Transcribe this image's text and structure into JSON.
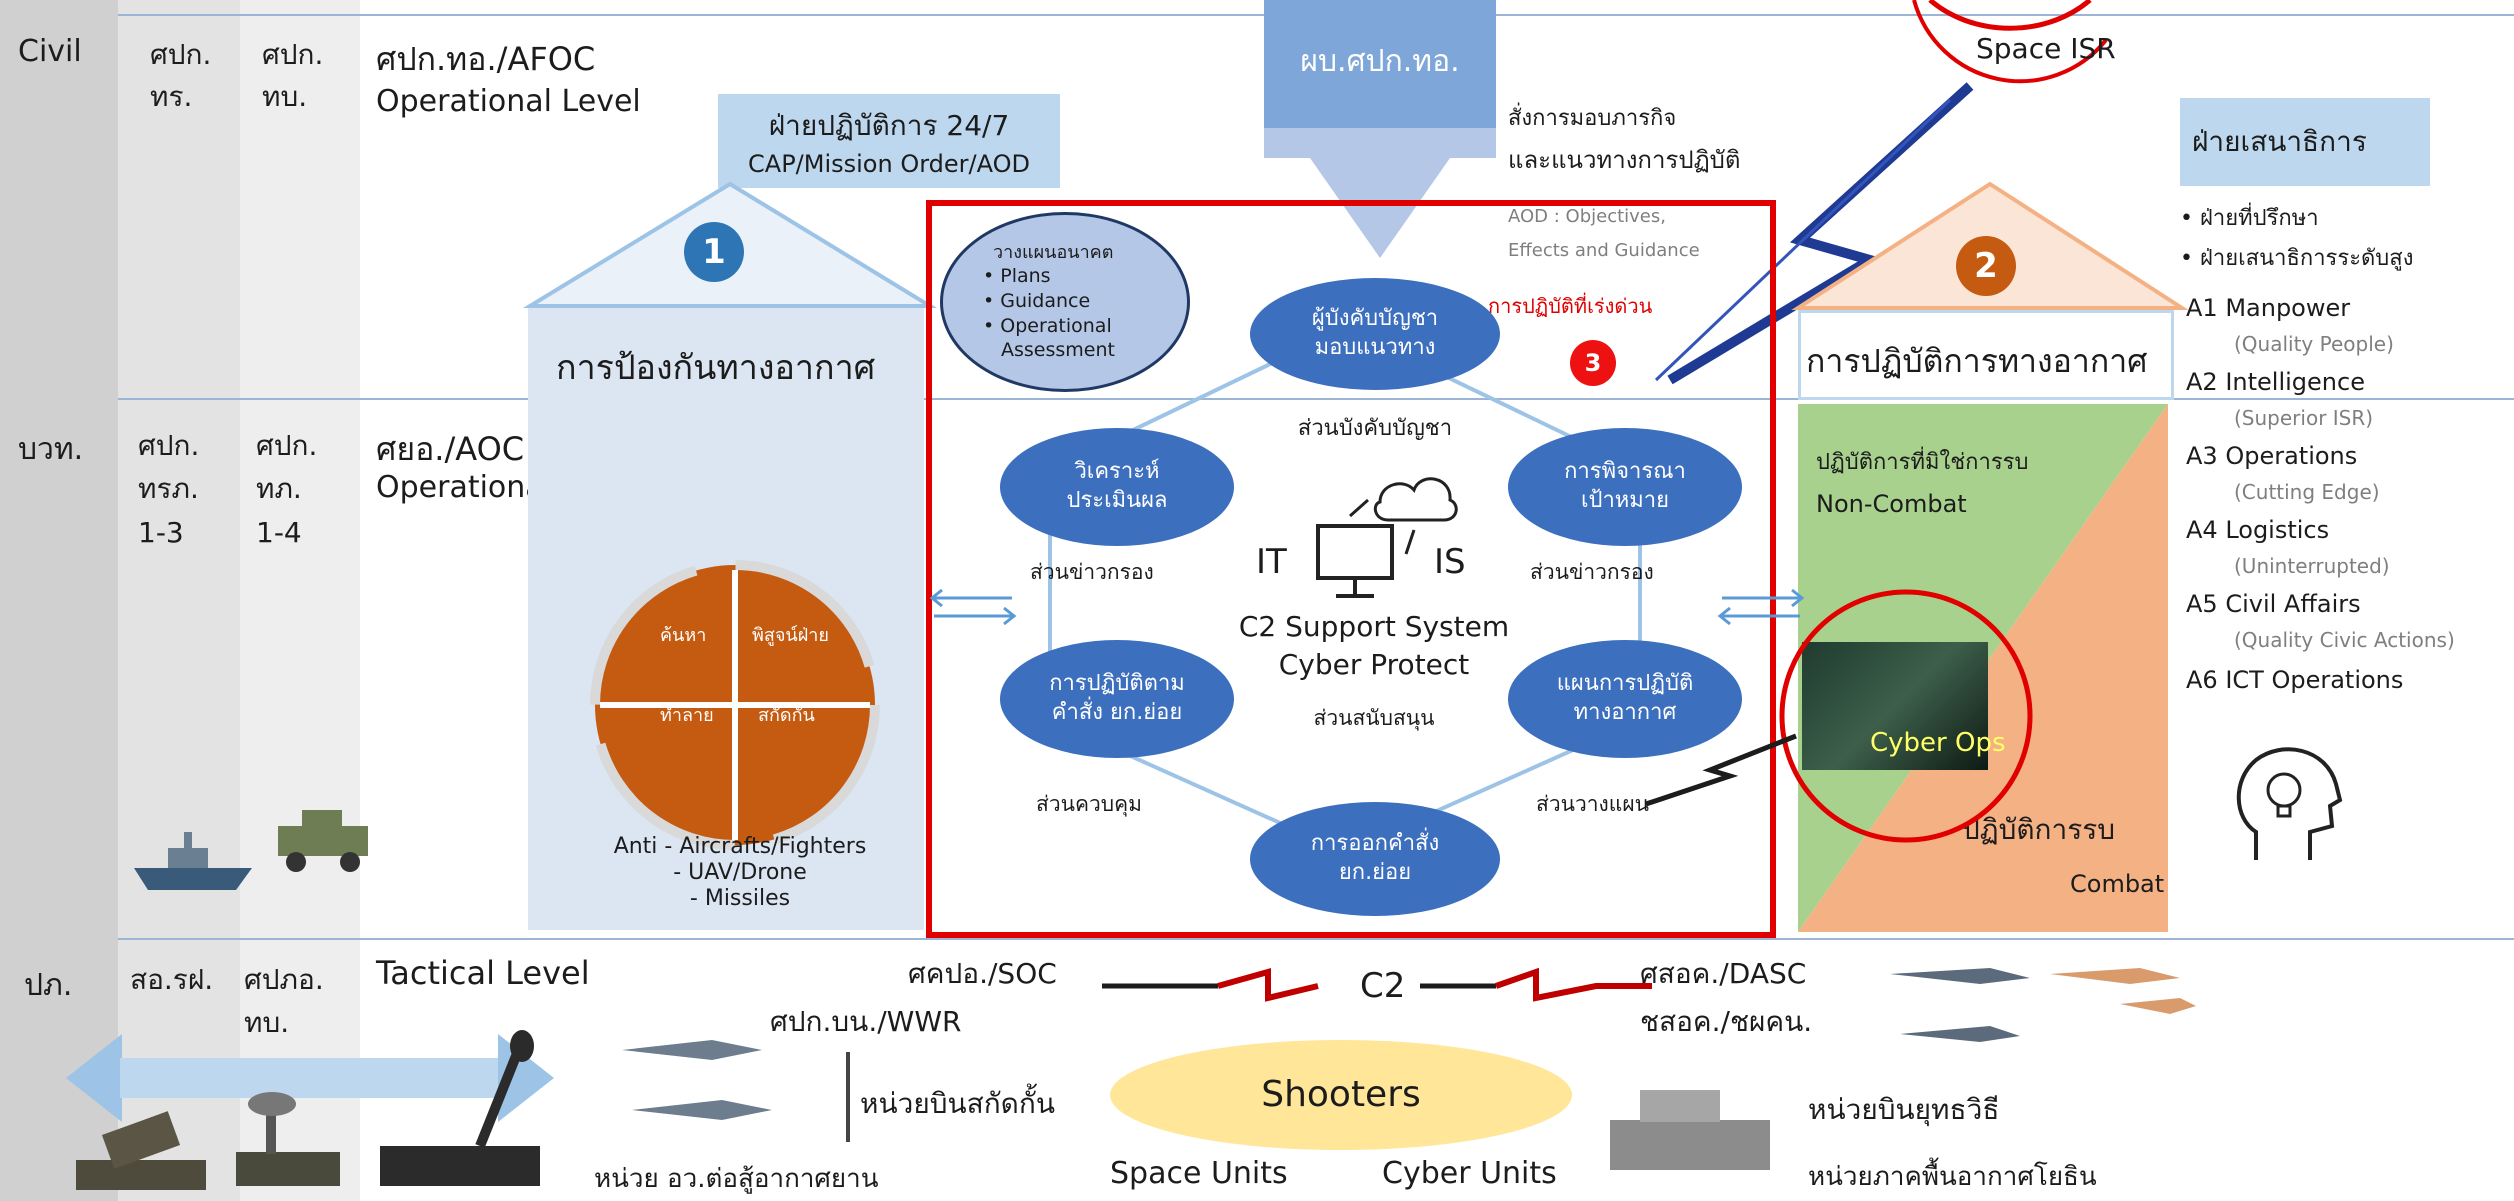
{
  "rows": {
    "civil": {
      "label": "Civil",
      "col1": "ศปก.\nทร.",
      "col2": "ศปก.\nทบ.",
      "unit": "ศปก.ทอ./AFOC",
      "level": "Operational Level"
    },
    "bwt": {
      "label": "บวท.",
      "col1": "ศปก.\nทรภ.\n1-3",
      "col2": "ศปก.\nทภ.\n1-4",
      "unit": "ศยอ./AOC",
      "level": "Operational/Tactical Level"
    },
    "pk": {
      "label": "ปภ.",
      "col1": "สอ.รฝ.",
      "col2": "ศปภอ.\nทบ.",
      "level": "Tactical Level"
    }
  },
  "top_arrow": {
    "label": "ผบ.ศปก.ทอ."
  },
  "space_isr": "Space ISR",
  "order_text": {
    "line1": "สั่งการมอบภารกิจ",
    "line2": "และแนวทางการปฏิบัติ"
  },
  "aod_text": {
    "line1": "AOD : Objectives,",
    "line2": "Effects and Guidance"
  },
  "urgent_ops": "การปฏิบัติที่เร่งด่วน",
  "ops_247": {
    "title": "ฝ่ายปฏิบัติการ 24/7",
    "sub": "CAP/Mission Order/AOD"
  },
  "badge1": "1",
  "badge2": "2",
  "badge3": "3",
  "air_defense": "การป้องกันทางอากาศ",
  "air_ops": "การปฏิบัติการทางอากาศ",
  "staff": {
    "title": "ฝ่ายเสนาธิการ",
    "bullets": [
      "ฝ่ายที่ปรึกษา",
      "ฝ่ายเสนาธิการระดับสูง"
    ],
    "items": [
      {
        "code": "A1 Manpower",
        "sub": "(Quality People)"
      },
      {
        "code": "A2 Intelligence",
        "sub": "(Superior ISR)"
      },
      {
        "code": "A3 Operations",
        "sub": "(Cutting Edge)"
      },
      {
        "code": "A4 Logistics",
        "sub": "(Uninterrupted)"
      },
      {
        "code": "A5 Civil Affairs",
        "sub": "(Quality Civic Actions)"
      },
      {
        "code": "A6 ICT Operations",
        "sub": ""
      }
    ]
  },
  "future_plan": {
    "title": "วางแผนอนาคต",
    "items": [
      "Plans",
      "Guidance",
      "Operational",
      "Assessment"
    ]
  },
  "commander": {
    "line1": "ผู้บังคับบัญชา",
    "line2": "มอบแนวทาง",
    "section": "ส่วนบังคับบัญชา"
  },
  "analysis": {
    "line1": "วิเคราะห์",
    "line2": "ประเมินผล",
    "section": "ส่วนข่าวกรอง"
  },
  "targeting": {
    "line1": "การพิจารณา",
    "line2": "เป้าหมาย",
    "section": "ส่วนข่าวกรอง"
  },
  "execution": {
    "line1": "การปฏิบัติตาม",
    "line2": "คำสั่ง ยก.ย่อย",
    "section": "ส่วนควบคุม"
  },
  "air_plan": {
    "line1": "แผนการปฏิบัติ",
    "line2": "ทางอากาศ",
    "section": "ส่วนวางแผน"
  },
  "issue_orders": {
    "line1": "การออกคำสั่ง",
    "line2": "ยก.ย่อย"
  },
  "c2_center": {
    "it": "IT",
    "is": "IS",
    "line1": "C2 Support System",
    "line2": "Cyber Protect",
    "section": "ส่วนสนับสนุน"
  },
  "noncombat": {
    "th": "ปฏิบัติการที่มิใช่การรบ",
    "en": "Non-Combat"
  },
  "combat": {
    "th": "ปฏิบัติการรบ",
    "en": "Combat"
  },
  "cyber_ops": "Cyber Ops",
  "wheel": {
    "q1": "ค้นหา",
    "q2": "พิสูจน์ฝ่าย",
    "q3": "ทำลาย",
    "q4": "สกัดกั้น"
  },
  "threats": {
    "line1": "Anti - Aircrafts/Fighters",
    "line2": "- UAV/Drone",
    "line3": "- Missiles"
  },
  "bottom": {
    "soc": "ศคปอ./SOC",
    "c2": "C2",
    "dasc": "ศสอค./DASC",
    "dasc2": "ชสอค./ชผคน.",
    "wwr": "ศปก.บน./WWR",
    "intercept_unit": "หน่วยบินสกัดกั้น",
    "shooters": "Shooters",
    "tactical_unit": "หน่วยบินยุทธวิธี",
    "aa_unit": "หน่วย อว.ต่อสู้อากาศยาน",
    "space_units": "Space Units",
    "cyber_units": "Cyber Units",
    "ground_unit": "หน่วยภาคพื้นอากาศโยธิน"
  },
  "colors": {
    "blue_ellipse": "#3d6fbf",
    "orange": "#c55a11",
    "badge_blue": "#2e75b6",
    "red_frame": "#e00000",
    "green": "#a9d18e",
    "peach": "#f4b183"
  }
}
